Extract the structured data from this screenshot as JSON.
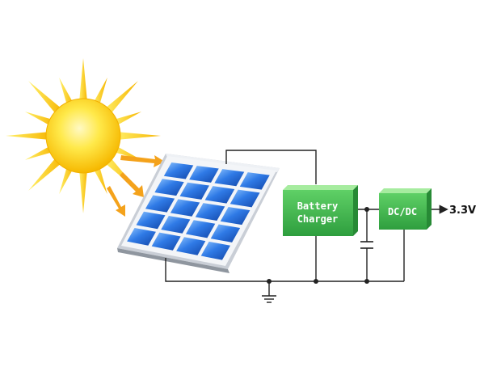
{
  "diagram": {
    "blocks": {
      "battery_charger": {
        "line1": "Battery",
        "line2": "Charger"
      },
      "dcdc": {
        "label": "DC/DC"
      }
    },
    "output_label": "3.3V"
  },
  "colors": {
    "block_green": "#39b54a",
    "block_green_top": "#8fe08f",
    "block_green_side": "#2a8c38",
    "wire": "#222222",
    "sun_core": "#fbd100",
    "sun_ray": "#f7c300",
    "sun_arrow": "#f4a21b",
    "panel_cell": "#1f67d1",
    "panel_frame": "#d9dde3"
  },
  "icons": {
    "sun": "sun-icon",
    "solar_panel": "solar-panel-icon",
    "capacitor": "capacitor-symbol",
    "ground": "ground-symbol"
  }
}
